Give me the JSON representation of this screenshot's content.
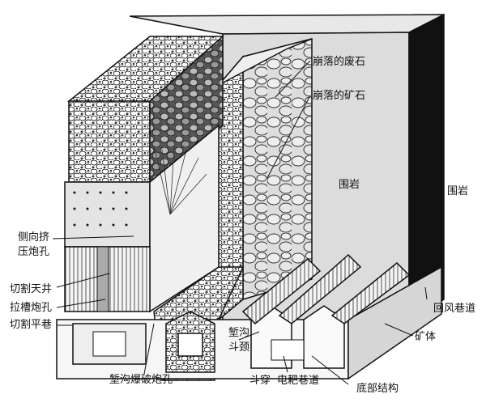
{
  "diagram": {
    "labels": {
      "caved_waste": "崩落的废石",
      "caved_ore": "崩落的矿石",
      "wall_rock_front": "围岩",
      "wall_rock_side": "围岩",
      "lateral_squeeze_holes_line1": "侧向挤",
      "lateral_squeeze_holes_line2": "压炮孔",
      "cutting_raise": "切割天井",
      "slot_blast_holes": "拉槽炮孔",
      "cutting_drift": "切割平巷",
      "trench_blast_holes": "堑沟爆破炮孔",
      "trench_line1": "堑沟",
      "trench_line2": "斗颈",
      "drawpoint": "斗穿",
      "scraper_drift": "电耙巷道",
      "bottom_structure": "底部结构",
      "return_air_drift": "回风巷道",
      "ore_body": "矿体"
    }
  }
}
